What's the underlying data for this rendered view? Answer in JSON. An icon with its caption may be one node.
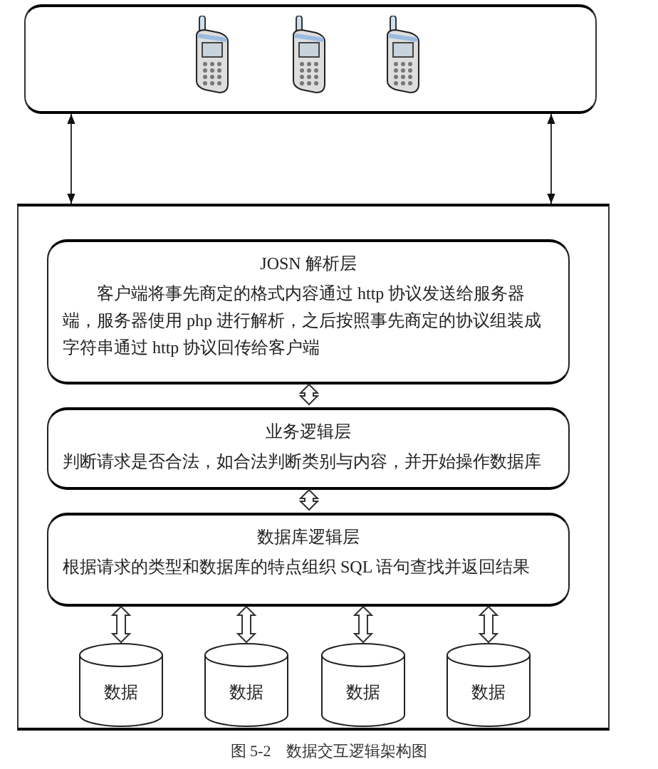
{
  "diagram": {
    "caption": "图 5-2　数据交互逻辑架构图",
    "nodes": [
      {
        "text": [],
        "shape": "box"
      },
      {
        "text": [],
        "shape": "box"
      },
      {
        "text": [
          "JOSN 解析层",
          "客户端将事先商定的格式内容通过 http 协议发送给服务器端，服务器使用 php 进行解析，之后按照事先商定的协议组装成字符串通过 http 协议回传给客户端"
        ],
        "in": 1
      },
      {
        "text": [
          "业务逻辑层",
          "判断请求是否合法，如合法判断类别与内容，并开始操作数据库"
        ],
        "in": 1
      },
      {
        "text": [
          "数据库逻辑层",
          "根据请求的类型和数据库的特点组织 SQL 语句查找并返回结果"
        ],
        "in": 1
      },
      {
        "text": [
          "数据"
        ],
        "in": 1
      },
      {
        "text": [
          "数据"
        ],
        "in": 1
      },
      {
        "text": [
          "数据"
        ],
        "in": 1
      },
      {
        "text": [
          "数据"
        ],
        "in": 1
      }
    ],
    "edges": [
      {
        "from": 0,
        "to": 1,
        "arrow": "both"
      },
      {
        "from": 0,
        "to": 1,
        "arrow": "both"
      },
      {
        "from": 2,
        "to": 3,
        "arrow": "both",
        "style": "thick"
      },
      {
        "from": 3,
        "to": 4,
        "arrow": "both",
        "style": "thick"
      },
      {
        "from": 4,
        "to": 5,
        "arrow": "both",
        "style": "thick"
      },
      {
        "from": 4,
        "to": 6,
        "arrow": "both",
        "style": "thick"
      },
      {
        "from": 4,
        "to": 7,
        "arrow": "both",
        "style": "thick"
      },
      {
        "from": 4,
        "to": 8,
        "arrow": "both",
        "style": "thick"
      }
    ]
  }
}
